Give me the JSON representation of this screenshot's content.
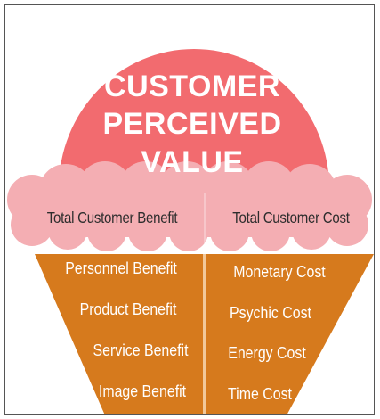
{
  "title_lines": [
    "CUSTOMER",
    "PERCEIVED",
    "VALUE"
  ],
  "benefit_header": "Total Customer Benefit",
  "cost_header": "Total Customer Cost",
  "benefits": [
    "Personnel Benefit",
    "Product Benefit",
    "Service Benefit",
    "Image Benefit"
  ],
  "costs": [
    "Monetary Cost",
    "Psychic Cost",
    "Energy Cost",
    "Time Cost"
  ],
  "colors": {
    "scoop": "#f26b6f",
    "cloud": "#f4aeb3",
    "cone": "#d67a1d",
    "cone_divider": "#f2c89a",
    "title_text": "#ffffff",
    "header_text": "#2d2d2d"
  }
}
